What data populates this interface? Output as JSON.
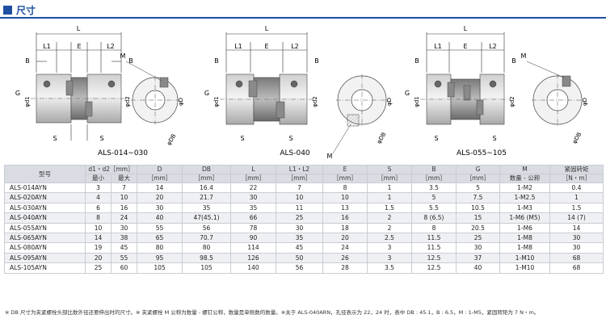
{
  "section_title": "尺寸",
  "drawings": {
    "label_1": "ALS-014∼030",
    "label_2": "ALS-040",
    "label_3": "ALS-055∼105",
    "dims": {
      "L": "L",
      "L1": "L1",
      "L2": "L2",
      "E": "E",
      "B": "B",
      "G": "G",
      "S": "S",
      "M": "M",
      "d1": "φd1",
      "d2": "φd2",
      "D": "φD",
      "DB": "φDB"
    }
  },
  "table": {
    "headers": {
      "model": "型号",
      "d1d2": "d1・d2［mm］",
      "d_min": "最小",
      "d_max": "最大",
      "D": "D",
      "DB": "DB",
      "L": "L",
      "L1L2": "L1・L2",
      "E": "E",
      "S": "S",
      "B": "B",
      "G": "G",
      "M": "M",
      "torque": "紧固转矩",
      "unit_mm": "［mm］",
      "unit_M": "数量 - 公称",
      "unit_torque": "［N・m］"
    },
    "rows": [
      [
        "ALS-014AYN",
        "3",
        "7",
        "14",
        "16.4",
        "22",
        "7",
        "8",
        "1",
        "3.5",
        "5",
        "1-M2",
        "0.4"
      ],
      [
        "ALS-020AYN",
        "4",
        "10",
        "20",
        "21.7",
        "30",
        "10",
        "10",
        "1",
        "5",
        "7.5",
        "1-M2.5",
        "1"
      ],
      [
        "ALS-030AYN",
        "6",
        "16",
        "30",
        "35",
        "35",
        "11",
        "13",
        "1.5",
        "5.5",
        "10.5",
        "1-M3",
        "1.5"
      ],
      [
        "ALS-040AYN",
        "8",
        "24",
        "40",
        "47(45.1)",
        "66",
        "25",
        "16",
        "2",
        "8 (6.5)",
        "15",
        "1-M6 (M5)",
        "14 (7)"
      ],
      [
        "ALS-055AYN",
        "10",
        "30",
        "55",
        "56",
        "78",
        "30",
        "18",
        "2",
        "8",
        "20.5",
        "1-M6",
        "14"
      ],
      [
        "ALS-065AYN",
        "14",
        "38",
        "65",
        "70.7",
        "90",
        "35",
        "20",
        "2.5",
        "11.5",
        "25",
        "1-M8",
        "30"
      ],
      [
        "ALS-080AYN",
        "19",
        "45",
        "80",
        "80",
        "114",
        "45",
        "24",
        "3",
        "11.5",
        "30",
        "1-M8",
        "30"
      ],
      [
        "ALS-095AYN",
        "20",
        "55",
        "95",
        "98.5",
        "126",
        "50",
        "26",
        "3",
        "12.5",
        "37",
        "1-M10",
        "68"
      ],
      [
        "ALS-105AYN",
        "25",
        "60",
        "105",
        "105",
        "140",
        "56",
        "28",
        "3.5",
        "12.5",
        "40",
        "1-M10",
        "68"
      ]
    ]
  },
  "footnote": "※ DB 尺寸为夹紧螺栓头部比数外径还要伸出时的尺寸。※ 夹紧螺栓 M 公称为数量 - 螺钉公称，数量是单侧数的数量。※关于 ALS-040ARN，孔径表示为 22，24 时，表中 DB : 45.1，B : 6.5，M : 1-M5，紧固转矩为 7 N・m。"
}
